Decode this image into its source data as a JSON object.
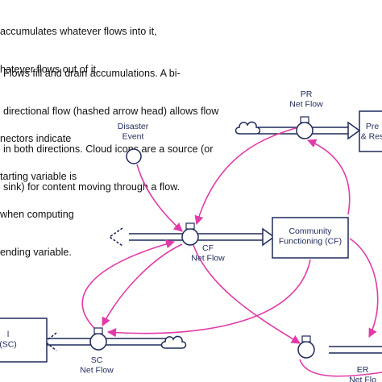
{
  "notes": {
    "stocks": [
      "accumulates whatever flows into it,",
      "hatever flows out of it."
    ],
    "flows": [
      "Flows fill and drain accumulations. A bi-",
      "directional flow (hashed arrow head) allows flow",
      "in both directions. Cloud icons are a source (or",
      "sink) for content moving through a flow."
    ],
    "connectors": [
      "nectors indicate",
      "tarting variable is",
      "when computing",
      "ending variable."
    ]
  },
  "nodes": {
    "disaster_event": "Disaster\nEvent",
    "pr_flow": "PR\nNet Flow",
    "pr_stock": "Pre\n& Res",
    "cf_flow": "CF\nNet Flow",
    "cf_stock": "Community\nFunctioning (CF)",
    "sc_flow": "SC\nNet Flow",
    "sc_stock": "l\n(SC)",
    "er_flow": "ER\nNet Flo"
  },
  "colors": {
    "stock_border": "#1f2a5a",
    "flow_pipe": "#1f2a5a",
    "connector": "#e23aa8",
    "text": "#1f2a5a",
    "cloud_fill": "#ffffff"
  }
}
